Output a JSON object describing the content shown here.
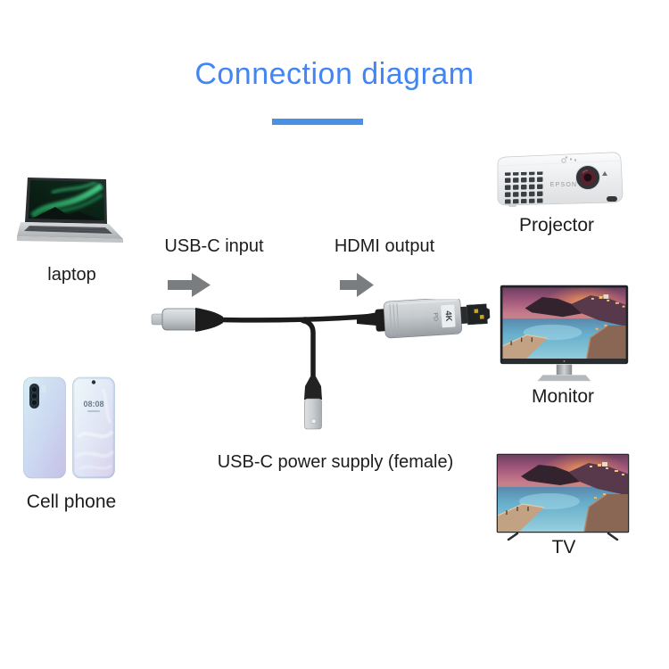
{
  "header": {
    "title": "Connection diagram",
    "title_color": "#4285f4",
    "underline_color": "#4a90e4"
  },
  "colors": {
    "label_text": "#1c1c1c",
    "arrow_gray": "#7a7d80",
    "cable_black": "#1c1c1c"
  },
  "devices": {
    "laptop": {
      "label": "laptop"
    },
    "cell_phone": {
      "label": "Cell phone",
      "screen_time": "08:08"
    },
    "projector": {
      "label": "Projector",
      "brand": "EPSON"
    },
    "monitor": {
      "label": "Monitor"
    },
    "tv": {
      "label": "TV"
    }
  },
  "cable": {
    "usb_c_input_label": "USB-C input",
    "hdmi_output_label": "HDMI output",
    "power_supply_label": "USB-C power supply (female)",
    "adapter_marking_top": "4K",
    "adapter_marking_bottom": "PD"
  }
}
